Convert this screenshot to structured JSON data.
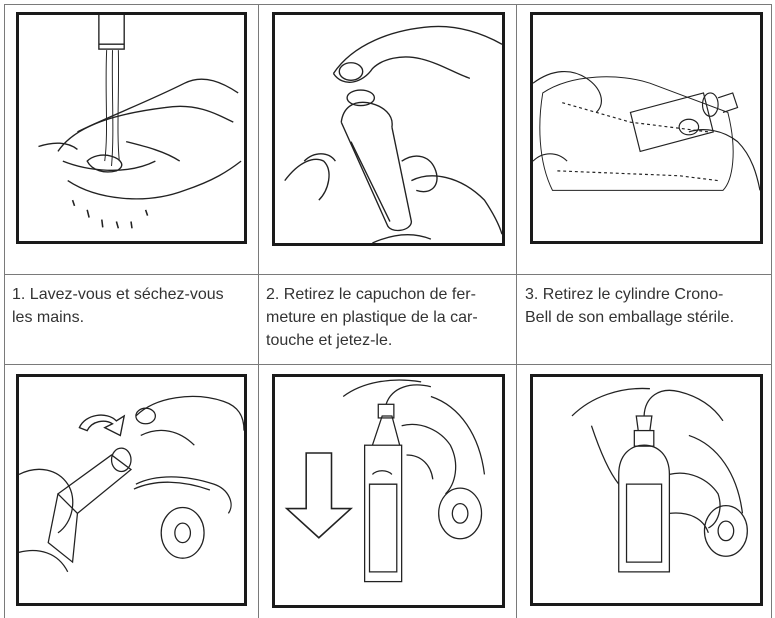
{
  "steps": [
    {
      "caption": "1. Lavez-vous et séchez-vous\nles mains.",
      "icon": "hand-washing-illustration"
    },
    {
      "caption": "2. Retirez le capuchon de fer-\nmeture en plastique de la car-\ntouche et jetez-le.",
      "icon": "remove-cap-illustration"
    },
    {
      "caption": "3. Retirez le cylindre Crono-\nBell de son emballage stérile.",
      "icon": "unwrap-cylinder-illustration"
    },
    {
      "caption": "",
      "icon": "twist-connect-illustration"
    },
    {
      "caption": "",
      "icon": "push-down-illustration"
    },
    {
      "caption": "",
      "icon": "assembled-device-illustration"
    }
  ]
}
